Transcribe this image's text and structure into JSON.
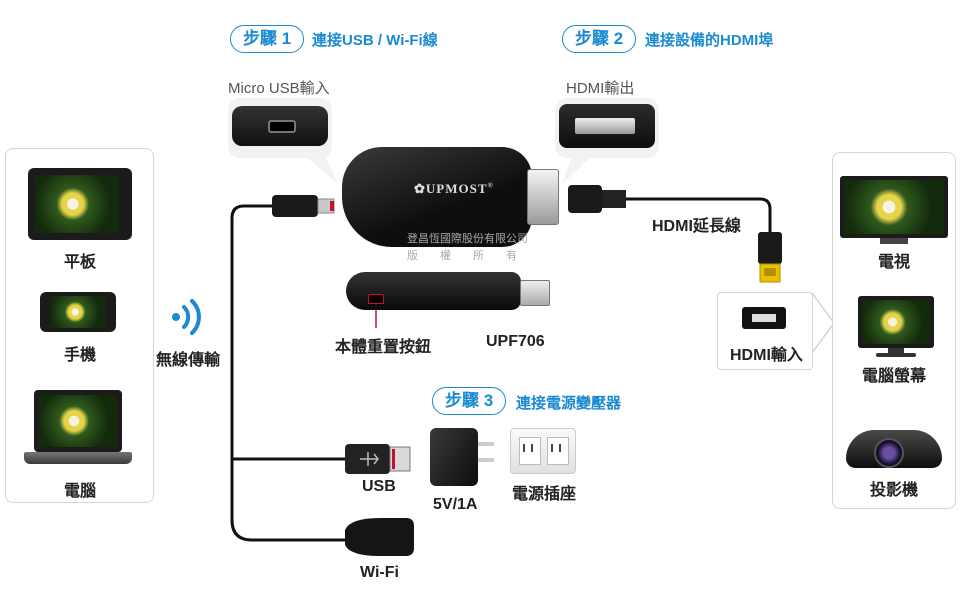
{
  "steps": [
    {
      "label": "步驟 1",
      "desc": "連接USB / Wi-Fi線"
    },
    {
      "label": "步驟 2",
      "desc": "連接設備的HDMI埠"
    },
    {
      "label": "步驟 3",
      "desc": "連接電源變壓器"
    }
  ],
  "left_devices": {
    "tablet": "平板",
    "phone": "手機",
    "computer": "電腦"
  },
  "wireless_label": "無線傳輸",
  "callouts": {
    "micro_usb": "Micro USB輸入",
    "hdmi_out": "HDMI輸出"
  },
  "dongle": {
    "brand": "UPMOST",
    "watermark_line1": "登昌恆國際股份有限公司",
    "watermark_line2": "版　　權　　所　　有",
    "reset_button": "本體重置按鈕",
    "model": "UPF706"
  },
  "hdmi_extension": "HDMI延長線",
  "hdmi_input": "HDMI輸入",
  "usb_label": "USB",
  "wifi_label": "Wi-Fi",
  "adapter_spec": "5V/1A",
  "outlet_label": "電源插座",
  "right_devices": {
    "tv": "電視",
    "monitor": "電腦螢幕",
    "projector": "投影機"
  }
}
